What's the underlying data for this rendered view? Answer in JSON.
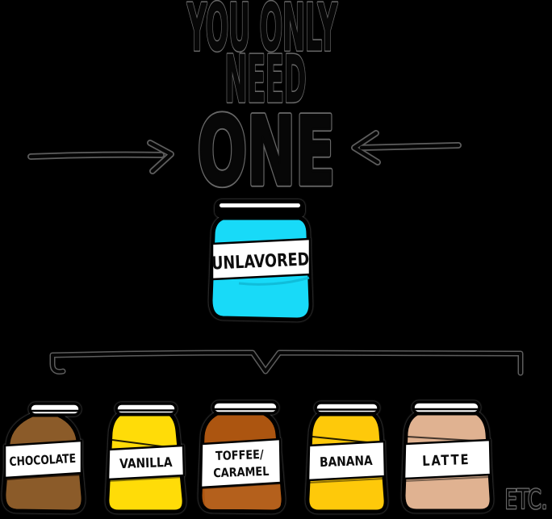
{
  "title": {
    "line1": "YOU ONLY",
    "line2": "NEED",
    "line3": "ONE"
  },
  "icons": {
    "left_arrow": "arrow-pointing-right",
    "right_arrow": "arrow-pointing-left",
    "connector": "bracket-with-center-notch"
  },
  "center_jar": {
    "label": "UNLAVORED",
    "body_color": "#18DAF8",
    "shade_color": "#0FB9D6"
  },
  "jars": [
    {
      "label": "CHOCOLATE",
      "body_color": "#8B5B29"
    },
    {
      "label": "VANILLA",
      "body_color": "#FFDC08"
    },
    {
      "label": "TOFFEE/",
      "label_line2": "CARAMEL",
      "body_color": "#AC5510",
      "body_color_lower": "#B4611D"
    },
    {
      "label": "BANANA",
      "body_color": "#FEC90A"
    },
    {
      "label": "LATTE",
      "body_color": "#E0B291"
    }
  ],
  "etc_label": "ETC.",
  "palette": {
    "background": "#000000",
    "ink": "#000000",
    "fringe_gray": "#BBBBBB",
    "label_bg": "#FFFFFF",
    "label_ink": "#0D0D0D",
    "lid_bg": "#FFFFFF"
  }
}
